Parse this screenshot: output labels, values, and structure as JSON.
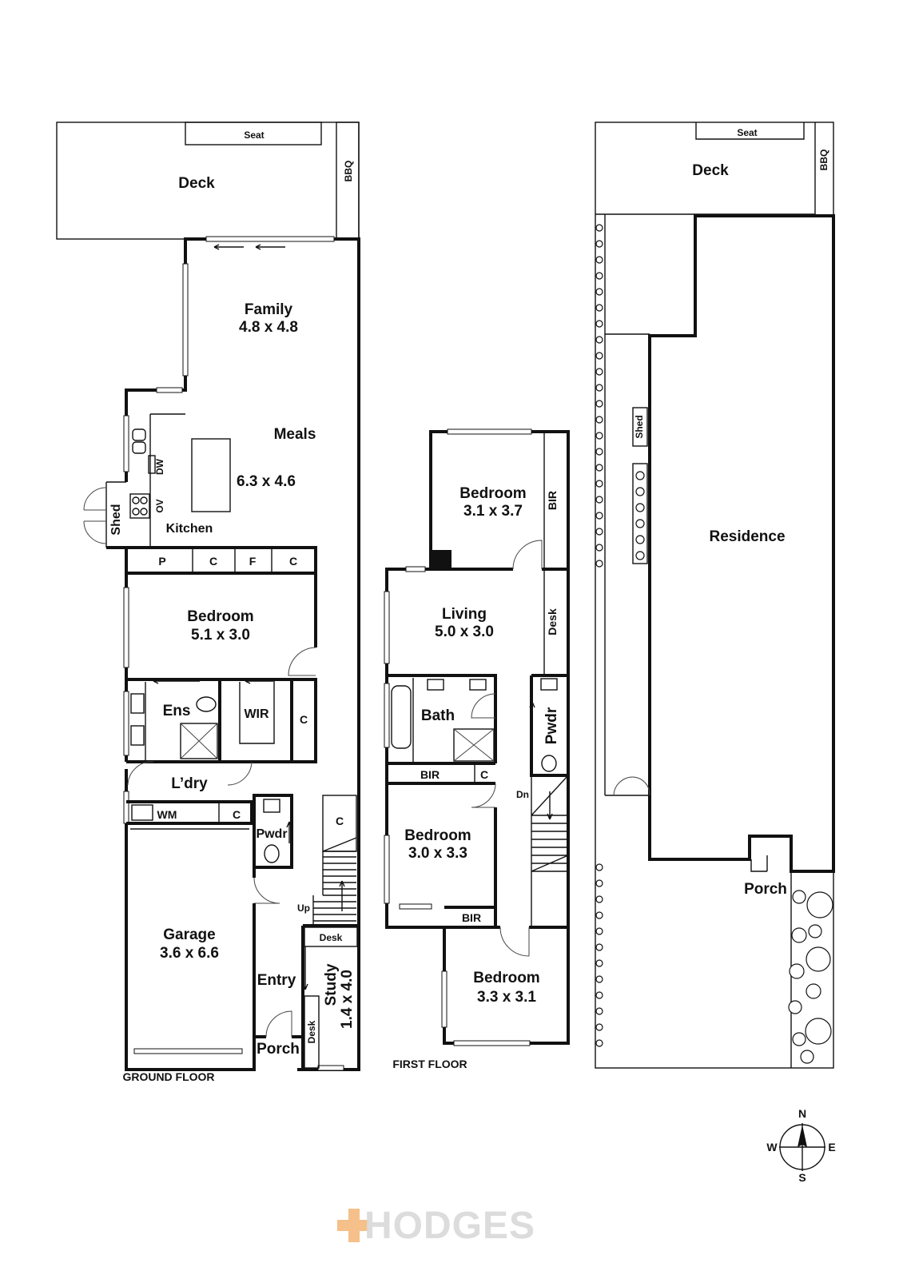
{
  "ground_floor": {
    "label": "GROUND FLOOR",
    "rooms": {
      "deck": "Deck",
      "seat": "Seat",
      "bbq": "BBQ",
      "family": "Family",
      "family_dim": "4.8 x 4.8",
      "meals": "Meals",
      "meals_dim": "6.3 x 4.6",
      "kitchen": "Kitchen",
      "dw": "DW",
      "ov": "OV",
      "shed": "Shed",
      "p": "P",
      "c1": "C",
      "f": "F",
      "c2": "C",
      "bedroom": "Bedroom",
      "bedroom_dim": "5.1 x 3.0",
      "ens": "Ens",
      "wir": "WIR",
      "c3": "C",
      "ldry": "L’dry",
      "wm": "WM",
      "c4": "C",
      "pwdr": "Pwdr",
      "c5": "C",
      "up": "Up",
      "garage": "Garage",
      "garage_dim": "3.6 x 6.6",
      "desk": "Desk",
      "entry": "Entry",
      "study": "Study",
      "study_dim": "1.4 x 4.0",
      "desk2": "Desk",
      "porch": "Porch"
    }
  },
  "first_floor": {
    "label": "FIRST FLOOR",
    "rooms": {
      "bedroom1": "Bedroom",
      "bedroom1_dim": "3.1 x 3.7",
      "bir1": "BIR",
      "living": "Living",
      "living_dim": "5.0 x 3.0",
      "desk": "Desk",
      "bath": "Bath",
      "pwdr": "Pwdr",
      "bir2": "BIR",
      "c": "C",
      "dn": "Dn",
      "bedroom2": "Bedroom",
      "bedroom2_dim": "3.0 x 3.3",
      "bir3": "BIR",
      "bedroom3": "Bedroom",
      "bedroom3_dim": "3.3 x 3.1"
    }
  },
  "site_plan": {
    "seat": "Seat",
    "deck": "Deck",
    "bbq": "BBQ",
    "shed": "Shed",
    "residence": "Residence",
    "porch": "Porch"
  },
  "compass": {
    "n": "N",
    "e": "E",
    "s": "S",
    "w": "W"
  },
  "logo": {
    "text": "HODGES",
    "accent": "#f5c08a",
    "color": "#dcdcdc"
  }
}
